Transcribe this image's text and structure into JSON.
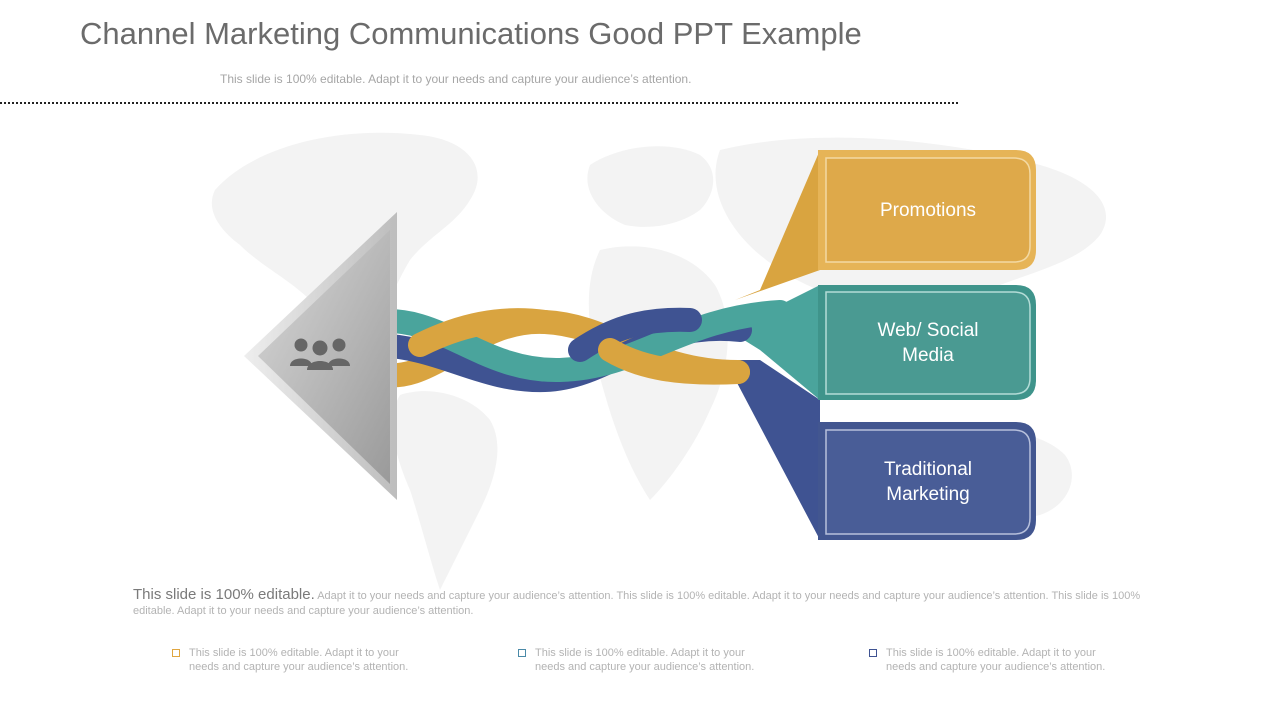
{
  "title": "Channel Marketing Communications Good PPT Example",
  "subtitle": "This slide is 100% editable. Adapt it to your needs and capture your audience’s attention.",
  "boxes": [
    {
      "label": "Promotions",
      "color": "#dea94a",
      "border": "#e7b75a"
    },
    {
      "label": "Web/ Social\nMedia",
      "color": "#4a9a92",
      "border": "#3f8f86"
    },
    {
      "label": "Traditional\nMarketing",
      "color": "#495d97",
      "border": "#3e5490"
    }
  ],
  "strand_colors": {
    "gold": "#d9a440",
    "teal": "#4aa49c",
    "navy": "#3f5392"
  },
  "arrow_icon": "people-group-icon",
  "paragraph": {
    "lead": "This slide is 100% editable.",
    "rest": " Adapt it to your needs and capture your audience’s attention. This slide is 100% editable. Adapt it to your needs and capture your audience’s attention. This slide is 100% editable. Adapt it to your needs and capture your audience’s attention."
  },
  "bullets": [
    {
      "text": "This slide is 100% editable. Adapt it to your needs and capture your audience’s attention.",
      "color": "#e0a640"
    },
    {
      "text": "This slide is 100% editable. Adapt it to your needs and capture your audience’s attention.",
      "color": "#4a8aa8"
    },
    {
      "text": "This slide is 100% editable. Adapt it to your needs and capture your audience’s attention.",
      "color": "#3f5392"
    }
  ]
}
